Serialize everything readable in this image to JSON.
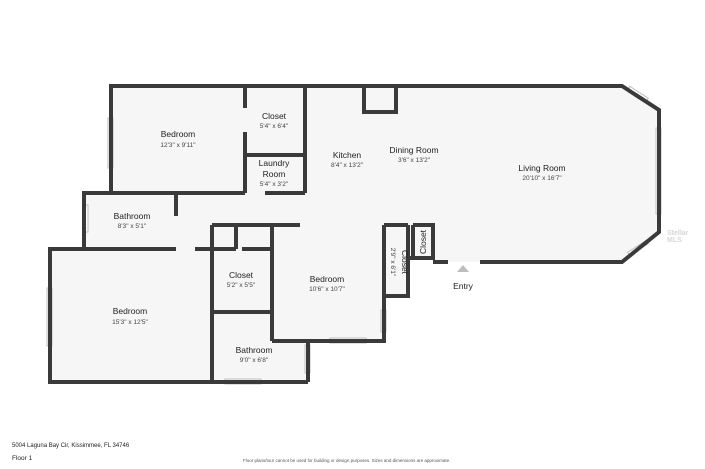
{
  "rooms": {
    "bedroom_top": {
      "name": "Bedroom",
      "dims": "12'3\" x 9'11\""
    },
    "closet_top": {
      "name": "Closet",
      "dims": "5'4\" x 6'4\""
    },
    "laundry": {
      "name": "Laundry Room",
      "name_line1": "Laundry",
      "name_line2": "Room",
      "dims": "5'4\" x 3'2\""
    },
    "kitchen": {
      "name": "Kitchen",
      "dims": "8'4\" x 13'2\""
    },
    "dining": {
      "name": "Dining Room",
      "dims": "3'6\" x 13'2\""
    },
    "living": {
      "name": "Living Room",
      "dims": "20'10\" x 16'7\""
    },
    "bathroom_top": {
      "name": "Bathroom",
      "dims": "8'3\" x 5'1\""
    },
    "bedroom_left": {
      "name": "Bedroom",
      "dims": "15'3\" x 12'5\""
    },
    "closet_mid": {
      "name": "Closet",
      "dims": "5'2\" x 5'5\""
    },
    "bedroom_mid": {
      "name": "Bedroom",
      "dims": "10'6\" x 10'7\""
    },
    "closet_vert": {
      "name": "Closet",
      "dims": "2'9\" x 6'1\""
    },
    "closet_small": {
      "name": "Closet"
    },
    "bathroom_bot": {
      "name": "Bathroom",
      "dims": "9'0\" x 6'8\""
    }
  },
  "entry": {
    "label": "Entry"
  },
  "footer": {
    "address": "5004 Laguna Bay Cir, Kissimmee, FL 34746",
    "floor": "Floor 1",
    "disclaimer": "Floor plans/tour cannot be used for building or design purposes. Sizes and dimensions are approximate."
  },
  "watermark": "Stellar MLS",
  "colors": {
    "wall": "#3a3a3a",
    "floor": "#f6f6f6",
    "background": "#ffffff"
  }
}
